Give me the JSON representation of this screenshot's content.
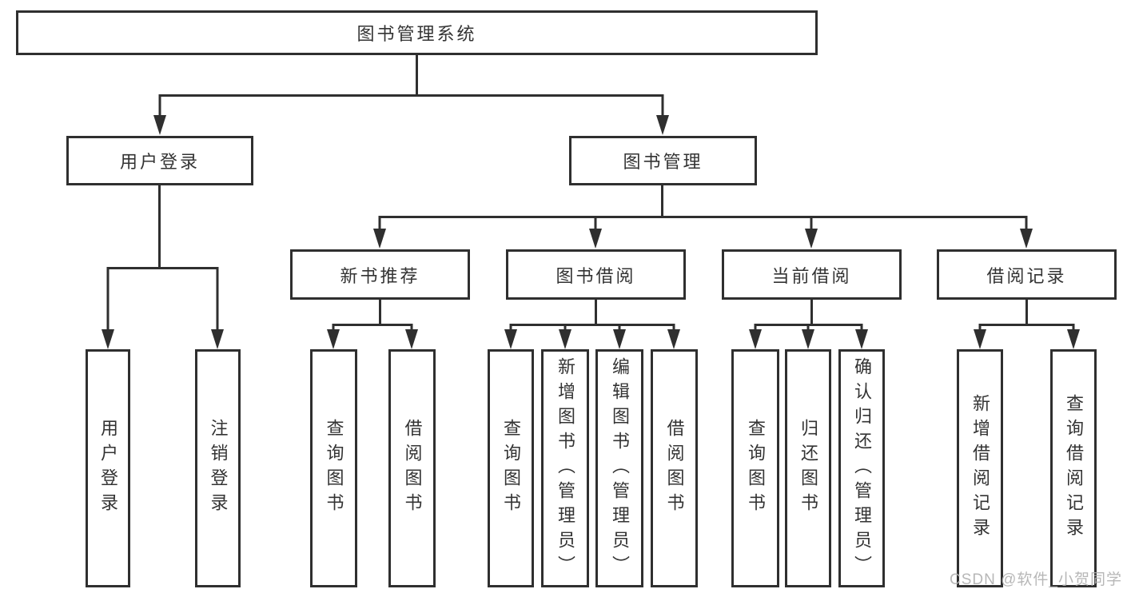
{
  "diagram": {
    "root": {
      "label": "图书管理系统"
    },
    "branches": [
      {
        "label": "用户登录",
        "children": [
          "用户登录",
          "注销登录"
        ]
      },
      {
        "label": "图书管理",
        "sections": [
          {
            "label": "新书推荐",
            "children": [
              "查询图书",
              "借阅图书"
            ]
          },
          {
            "label": "图书借阅",
            "children": [
              "查询图书",
              "新增图书（管理员）",
              "编辑图书（管理员）",
              "借阅图书"
            ]
          },
          {
            "label": "当前借阅",
            "children": [
              "查询图书",
              "归还图书",
              "确认归还（管理员）"
            ]
          },
          {
            "label": "借阅记录",
            "children": [
              "新增借阅记录",
              "查询借阅记录"
            ]
          }
        ]
      }
    ],
    "watermark": "CSDN @软件_小贺同学",
    "colors": {
      "line": "#2f2f2f",
      "box_border": "#2f2f2f",
      "text": "#333333",
      "background": "#ffffff",
      "watermark": "#b0b0b0"
    }
  }
}
